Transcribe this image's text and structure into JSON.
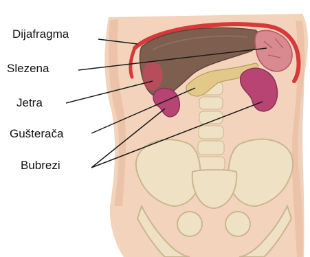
{
  "labels": {
    "diaphragm": "Dijafragma",
    "spleen": "Slezena",
    "liver": "Jetra",
    "pancreas": "Gušterača",
    "kidneys": "Bubrezi"
  },
  "colors": {
    "skin": "#f3d3bc",
    "skin_shadow": "#e8bca0",
    "diaphragm": "#d8383a",
    "liver": "#7e5f4f",
    "spleen": "#c04a5c",
    "pancreas": "#e2c98a",
    "kidney": "#b84474",
    "bone": "#efe2c4",
    "bone_outline": "#c9b68e",
    "leader_line": "#1a1a1a"
  }
}
